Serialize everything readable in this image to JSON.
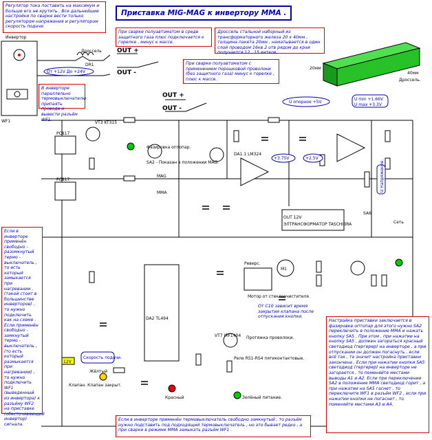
{
  "title": "Приставка MIG-MAG к инвертору ММА .",
  "notes": {
    "top_left": "Регулятор тока поставить на максимум и больше его не крутить . Все дальнейшие настройки по сварке вести только регулятором напряжения и регулятором скорость подачи.",
    "shield_gas": "При сварке полуавтоматом в среде защитного газа плюс подключается к горелке , минус к массе.",
    "choke": "Дроссель стальной наборный из трансформаторного железа 20 х 40мм , толщина пакета 20мм , наматывается в один слой проводом 16кв 2 отв рядом до края получается 12...15 витков.",
    "flux_wire": "При сварке полуавтоматом с применением порошковой проволоки (без защитного газа) минус к горелке , плюс к массе.",
    "thermo_parallel": "В инверторе параллельно термовыключателю припаять провода и вывести разъём WF1.",
    "left_long": "Если в инверторе применён свободно - разомкнутый термо - выключатель , то есть который замыкается при нагревании , (такой стоит в большинстве инверторов) , то нужно подключить как на схеме . Если применён свободно - замкнутый термо - выключатель , (то есть который размыкается при нагревании) , то нужно подключить WF1 (выведенный из инвертора) к разъёму WF2 на приставке (обесточивающий инвертор) сигнала.",
    "right_setup": "Настройка приставки заключается в фазировке оптопар для этого нужно SA2 переключить в положение ММА и нажать кнопку SA5 . При этом , при нажатии на кнопку SA5 , должен загораться красный светодиод (тергерер) на инверторе , а при отпускании он должен погаснуть , если всё так , то значит настройка приставки закончена . Если при нажатии кнопки SA5 светодиод (тергерер) на инверторе не загорается , то поменяйте местами выводы А1 и А2. Если при переключении SA2 в положение MMA светодиод горит , а при нажатии на SA5 гаснет , то переключите WF1 в разъём WF2 , если при нажатии кнопки не погаснет , то поменяйте местами А3 и А4.",
    "bottom": "Если в инверторе применён термовыключатель свободно замкнутый , то разъём нужно подставить под подходящий термовыключатель , но это бывает редко , а при сварке в режиме ММА замыкать разъём WF1 .",
    "c10": "От C10 зависит время закрытия клапана после отпускания кнопки."
  },
  "callouts": {
    "u_ref": "U опорное +5V.",
    "u_min": "U min +1.66V",
    "u_max": "U max +3.3V",
    "u_set": "U Напряжение.",
    "v375": "+3.75V",
    "v25": "+2.5V",
    "range": "От +12V До +24V",
    "speed": "Скорость подачи.",
    "valve": "Клапан. Клапан закрыт.",
    "led_yellow": "Жёлтый",
    "led_red": "Красный",
    "led_green": "Зелёный питание."
  },
  "labels": {
    "inverter": "Инвертор",
    "choke_lbl": "Дроссель",
    "dr1": "DR1",
    "out_plus": "OUT +",
    "out_minus": "OUT -",
    "transformer": "ЭЛТРАНСФОРМАТОР TASCHIBRA",
    "out12v": "OUT 12V",
    "set": "Сеть",
    "tl494": "DA2 TL494",
    "lm324": "DA1.1 LM324",
    "pc817": "PC817",
    "motor": "Мотор от стеклоочистителя.",
    "relay": "Реле RS1-RS4 пятиконтактовые.",
    "protyazhka": "Протяжка проволоки.",
    "reverse": "Реверс.",
    "fazirovka": "Фазировка оптопар.",
    "sa2_note": "SA2 - Показан в положении MAG.",
    "mma": "MMA",
    "mag": "MAG",
    "vt3": "VT3 KT315",
    "vt7": "VT7 IRF1404",
    "sa6": "SA6",
    "v12": "12V",
    "dim20": "20мм",
    "dim40": "40мм",
    "dim_choke": "Дроссель."
  },
  "colors": {
    "accent_blue": "#0000c8",
    "frame_red": "#dd0000",
    "choke_green": "#22c522"
  }
}
